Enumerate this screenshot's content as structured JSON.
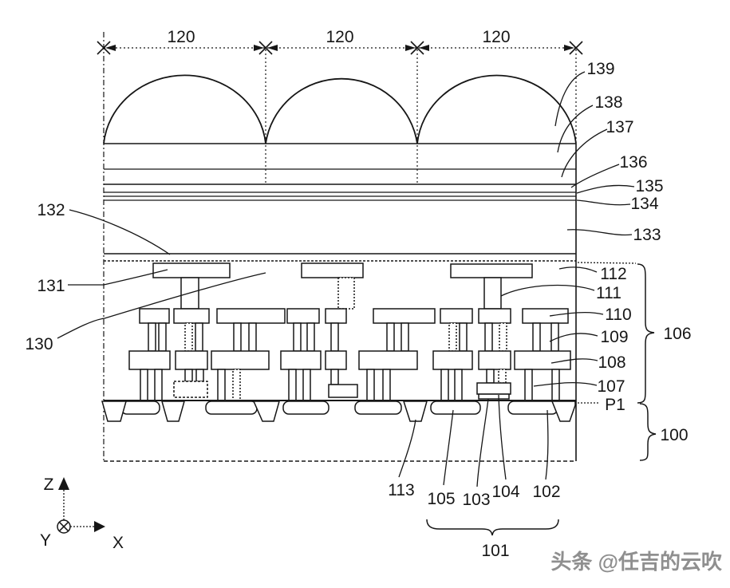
{
  "dimension": {
    "labels": [
      "120",
      "120",
      "120"
    ]
  },
  "layer_labels_right": [
    "139",
    "138",
    "137",
    "136",
    "135",
    "134",
    "133"
  ],
  "left_labels": [
    "132",
    "131",
    "130"
  ],
  "wiring_labels": [
    "112",
    "111",
    "110",
    "109",
    "108",
    "107"
  ],
  "surface_label": "P1",
  "group_labels": {
    "wiring": "106",
    "substrate": "100",
    "transistor": "101"
  },
  "substrate_labels": [
    "113",
    "105",
    "103",
    "104",
    "102"
  ],
  "axes": {
    "z": "Z",
    "y": "Y",
    "x": "X"
  },
  "watermark": "头条 @任吉的云吹",
  "colors": {
    "ink": "#161616",
    "watermark": "#8f8f8f",
    "background": "#ffffff"
  }
}
